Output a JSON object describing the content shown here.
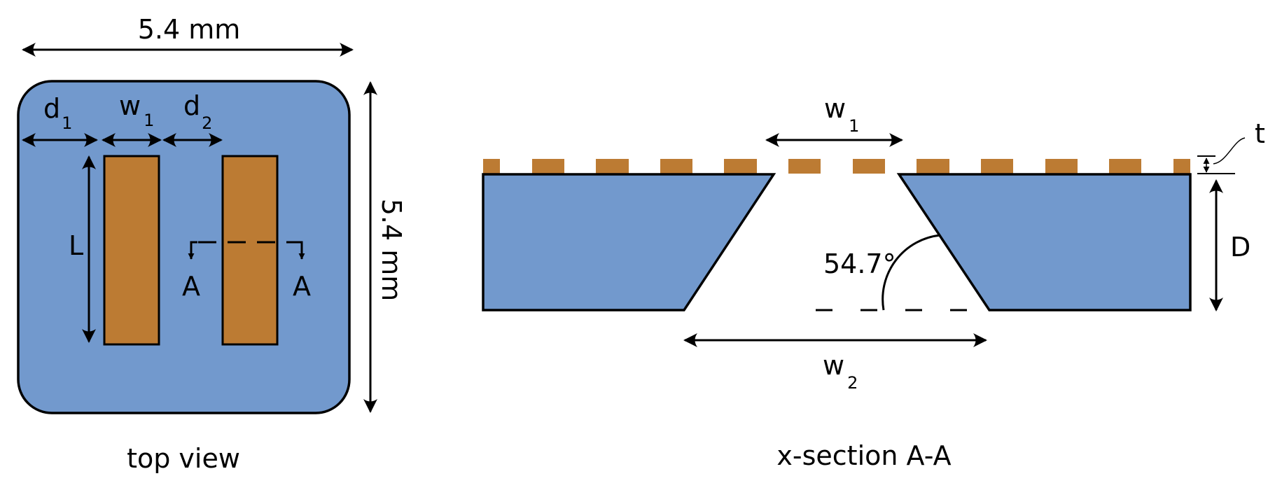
{
  "colors": {
    "substrate": "#7299CD",
    "metal": "#BC7B33",
    "stroke": "#000000"
  },
  "top_view": {
    "caption": "top view",
    "width_label": "5.4 mm",
    "height_label": "5.4 mm",
    "d1": {
      "main": "d",
      "sub": "1"
    },
    "w1": {
      "main": "w",
      "sub": "1"
    },
    "d2": {
      "main": "d",
      "sub": "2"
    },
    "length_label": "L",
    "section_left": "A",
    "section_right": "A"
  },
  "cross_section": {
    "caption": "x-section A-A",
    "w1": {
      "main": "w",
      "sub": "1"
    },
    "w2": {
      "main": "w",
      "sub": "2"
    },
    "angle_label": "54.7°",
    "depth_label": "D",
    "thickness_label": "t"
  }
}
